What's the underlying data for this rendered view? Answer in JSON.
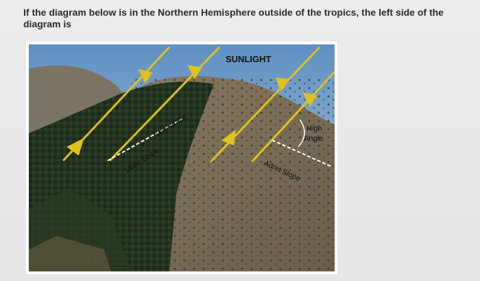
{
  "question": {
    "text": "If the diagram below is in the Northern Hemisphere outside of the tropics, the left side of the diagram is"
  },
  "figure": {
    "sunlight_label": "SUNLIGHT",
    "low_angle_label": "Low Angle",
    "high_angle_line1": "High",
    "high_angle_line2": "Angle",
    "ubac_label": "Ubac Slope",
    "adret_label": "Adret Slope",
    "arrow_color": "#e0c21a",
    "sky_color": "#7fa8d0"
  }
}
